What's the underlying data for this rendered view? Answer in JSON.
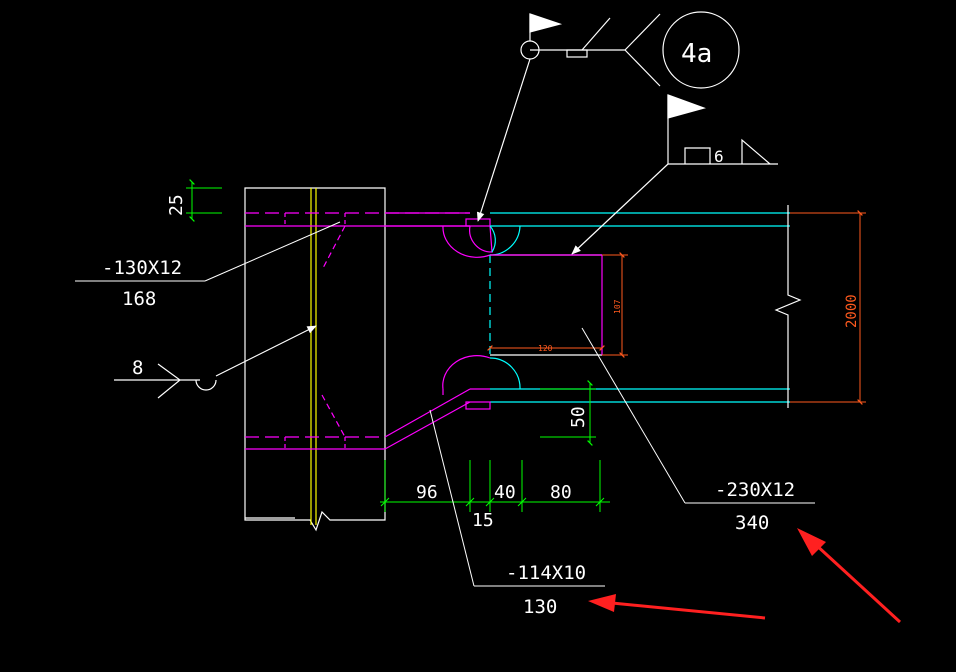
{
  "colors": {
    "background": "#000000",
    "white": "#ffffff",
    "magenta": "#ff00ff",
    "cyan": "#00ffff",
    "green": "#00ff00",
    "yellow": "#ffff00",
    "orange": "#ff5a1e",
    "red_arrow": "#ff2020"
  },
  "weld_symbols": {
    "top_detail": "4a",
    "right_fillet": "6"
  },
  "dimensions": {
    "flange_thickness": "25",
    "stiffener_offset": "50",
    "beam_depth": "2000",
    "opening_width": "120",
    "opening_height": "107",
    "bottom_96": "96",
    "bottom_15": "15",
    "bottom_40": "40",
    "bottom_80": "80",
    "weld_size_left": "8"
  },
  "plates": {
    "top_left": {
      "size": "-130X12",
      "length": "168"
    },
    "right": {
      "size": "-230X12",
      "length": "340"
    },
    "bottom": {
      "size": "-114X10",
      "length": "130"
    }
  }
}
